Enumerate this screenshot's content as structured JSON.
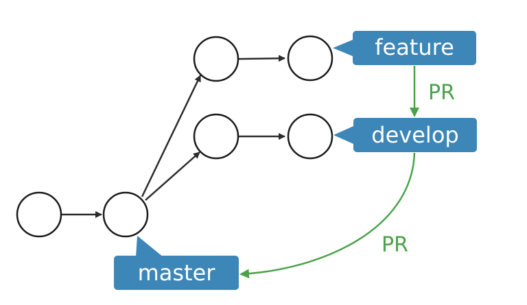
{
  "branches": {
    "feature": "feature",
    "develop": "develop",
    "master": "master"
  },
  "pull_requests": {
    "feature_to_develop": "PR",
    "develop_to_master": "PR"
  },
  "colors": {
    "branch_label": "#3d86b8",
    "branch_text": "#ffffff",
    "pr_arrow": "#4aa24a",
    "commit_outline": "#1a1a1a",
    "edge": "#2b2b2b"
  }
}
